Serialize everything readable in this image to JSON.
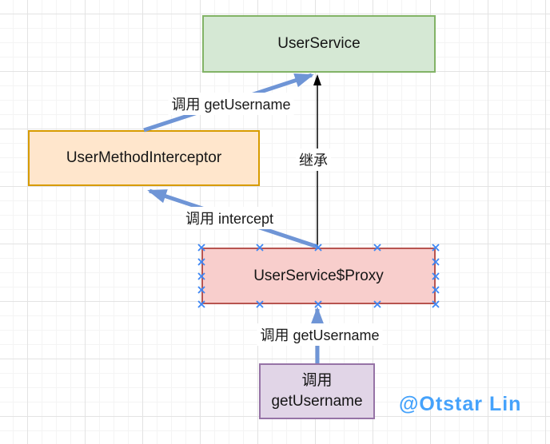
{
  "palette": {
    "edge_blue": "#6f95d6",
    "edge_black": "#000000",
    "selection_handles": "#3d87f5",
    "label_text": "#1a1a1a"
  },
  "diagram": {
    "nodes": {
      "user_service": {
        "label": "UserService",
        "fill": "#d5e8d4",
        "stroke": "#82b366"
      },
      "user_method_interceptor": {
        "label": "UserMethodInterceptor",
        "fill": "#ffe6cc",
        "stroke": "#d79b00"
      },
      "user_service_proxy": {
        "label": "UserService$Proxy",
        "fill": "#f8cecc",
        "stroke": "#b85450",
        "selected": true
      },
      "invoke_get_username": {
        "label_line1": "调用",
        "label_line2": "getUsername",
        "fill": "#e1d5e7",
        "stroke": "#9673a6"
      }
    },
    "edges": {
      "call_getusername_top": {
        "label": "调用 getUsername",
        "from": "UserMethodInterceptor",
        "to": "UserService"
      },
      "inherit": {
        "label": "继承",
        "from": "UserService$Proxy",
        "to": "UserService"
      },
      "call_intercept": {
        "label": "调用 intercept",
        "from": "UserService$Proxy",
        "to": "UserMethodInterceptor"
      },
      "call_getusername_bottom": {
        "label": "调用 getUsername",
        "from": "调用 getUsername",
        "to": "UserService$Proxy"
      }
    },
    "watermark": {
      "text": "@Otstar Lin",
      "color": "#45a2fb"
    }
  }
}
